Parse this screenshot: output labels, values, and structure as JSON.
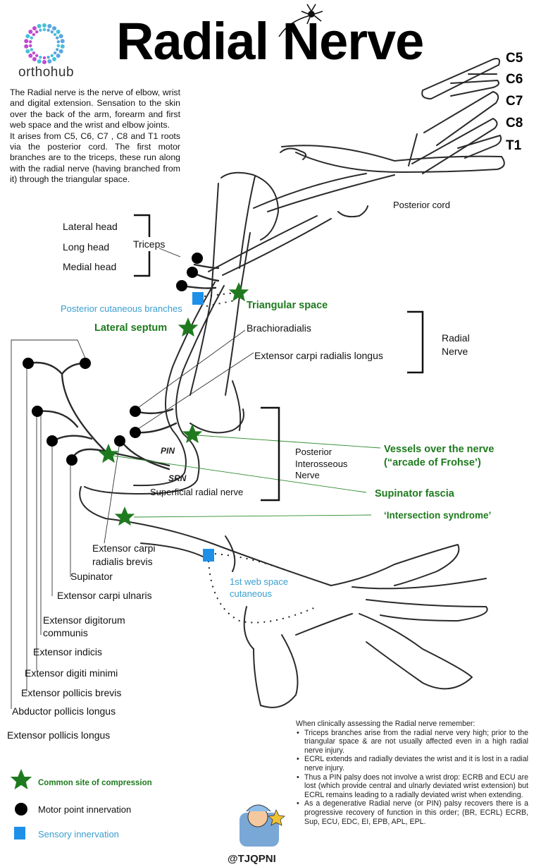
{
  "header": {
    "title": "Radial Nerve",
    "logo_text": "orthohub",
    "icons": [
      "orthohub-logo-icon",
      "neuron-icon"
    ]
  },
  "intro": {
    "paragraph1": "The Radial nerve is the nerve of elbow, wrist and digital extension. Sensation to the skin over the back of the arm, forearm and first web space and the wrist and elbow joints.",
    "paragraph2": "It arises from C5, C6, C7 , C8 and T1 roots via the posterior cord. The first motor branches are to the triceps, these run along with the radial nerve (having branched from it) through the  triangular space."
  },
  "roots": [
    "C5",
    "C6",
    "C7",
    "C8",
    "T1"
  ],
  "labels": {
    "posterior_cord": "Posterior cord",
    "triceps_heads": [
      "Lateral head",
      "Long  head",
      "Medial head"
    ],
    "triceps": "Triceps",
    "posterior_cutaneous": "Posterior cutaneous branches",
    "brachioradialis": "Brachioradialis",
    "ecrl": "Extensor carpi radialis longus",
    "radial_nerve": [
      "Radial",
      "Nerve"
    ],
    "pin_group": [
      "Posterior",
      "Interosseous",
      "Nerve"
    ],
    "pin_abbr": "PIN",
    "srn_abbr": "SRN",
    "superficial_radial": "Superficial radial nerve",
    "web_space": [
      "1st web space",
      "cutaneous"
    ],
    "muscles": [
      "Extensor carpi",
      "radialis brevis",
      "Supinator",
      "Extensor carpi ulnaris",
      "Extensor digitorum",
      "communis",
      "Extensor indicis",
      "Extensor digiti minimi",
      "Extensor pollicis brevis",
      "Abductor pollicis longus",
      "Extensor pollicis longus"
    ]
  },
  "compression_sites": {
    "triangular_space": "Triangular space",
    "lateral_septum": "Lateral septum",
    "arcade": [
      "Vessels over the nerve",
      "(“arcade of Frohse’)"
    ],
    "supinator_fascia": "Supinator fascia",
    "intersection": "‘Intersection syndrome’"
  },
  "legend": [
    {
      "symbol": "star-icon",
      "label": "Common site of compression",
      "color": "#2e9e2e"
    },
    {
      "symbol": "circle-icon",
      "label": "Motor point innervation",
      "color": "#000000"
    },
    {
      "symbol": "square-icon",
      "label": "Sensory innervation",
      "color": "#1e90e8"
    }
  ],
  "notes": {
    "heading": "When clinically assessing the Radial nerve remember:",
    "items": [
      "Triceps branches arise from the radial nerve very high; prior to the triangular space & are not usually affected even in a high radial nerve injury.",
      "ECRL extends and radially deviates the wrist and it is lost in a radial nerve injury.",
      "Thus a PIN palsy does not involve a wrist drop: ECRB and ECU are lost (which provide central and ulnarly deviated wrist extension) but ECRL remains leading to a radially deviated wrist when extending.",
      "As a degenerative Radial nerve (or PIN) palsy recovers there is a progressive recovery of function in this order; (BR, ECRL) ECRB, Sup, ECU, EDC, EI, EPB, APL, EPL."
    ]
  },
  "footer": {
    "handle": "@TJQPNI"
  },
  "colors": {
    "compression_green": "#1e7a1e",
    "star_green": "#1f7a1f",
    "sensory_blue": "#1e90e8",
    "sensory_text": "#3a9ed0"
  }
}
